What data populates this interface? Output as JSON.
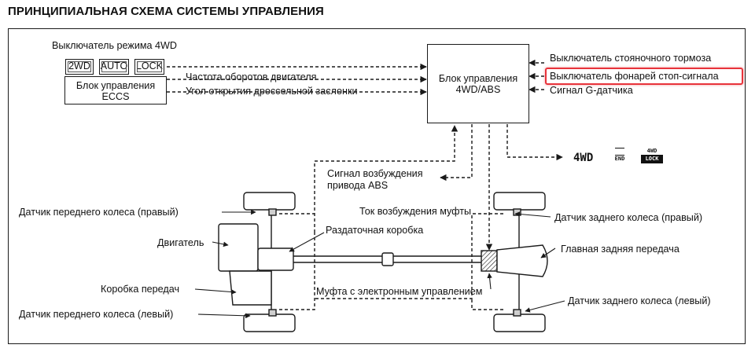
{
  "title": "ПРИНЦИПИАЛЬНАЯ СХЕМА СИСТЕМЫ УПРАВЛЕНИЯ",
  "mode_switch": {
    "label": "Выключатель режима 4WD",
    "buttons": [
      "2WD",
      "AUTO",
      "LOCK"
    ]
  },
  "eccs": {
    "line1": "Блок управления",
    "line2": "ECCS"
  },
  "signals_in_left": {
    "engine_speed": "Частота оборотов двигателя",
    "throttle": "Угол открытия дроссельной заслонки"
  },
  "control_unit": {
    "line1": "Блок управления",
    "line2": "4WD/ABS"
  },
  "signals_in_right": {
    "parking_brake": "Выключатель стояночного тормоза",
    "stop_lamp": "Выключатель фонарей стоп-сигнала",
    "g_sensor": "Сигнал G-датчика"
  },
  "abs_signal": {
    "line1": "Сигнал возбуждения",
    "line2": "привода ABS"
  },
  "indicators": {
    "mode": "4WD",
    "end": "END",
    "lock_top": "4WD",
    "lock_bottom": "LOCK"
  },
  "components": {
    "front_right_sensor": "Датчик переднего колеса (правый)",
    "engine": "Двигатель",
    "gearbox": "Коробка передач",
    "front_left_sensor": "Датчик переднего колеса (левый)",
    "transfer_case": "Раздаточная коробка",
    "clutch_current": "Ток возбуждения муфты",
    "em_clutch": "Муфта с электронным управлением",
    "rear_right_sensor": "Датчик заднего колеса (правый)",
    "rear_diff": "Главная задняя передача",
    "rear_left_sensor": "Датчик заднего колеса (левый)"
  },
  "colors": {
    "highlight": "#e8333b",
    "line": "#1a1a1a"
  }
}
